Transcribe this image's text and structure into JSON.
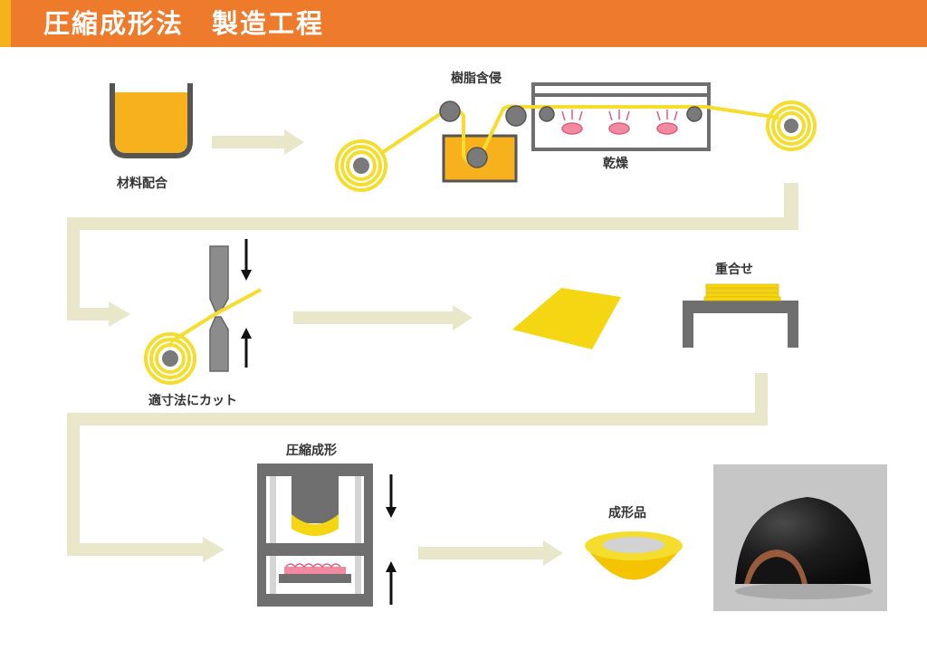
{
  "title": "圧縮成形法　製造工程",
  "steps": {
    "material_mixing": "材料配合",
    "resin_impregnation": "樹脂含侵",
    "drying": "乾燥",
    "cut_to_size": "適寸法にカット",
    "stacking": "重合せ",
    "compression_molding": "圧縮成形",
    "molded_product": "成形品"
  },
  "colors": {
    "header": "#ee7b2c",
    "header_accent": "#f6b21b",
    "material": "#f5dd2e",
    "flow_arrow": "#e9e7c9",
    "equipment": "#6f6f6f",
    "heater": "#f08aa0"
  }
}
